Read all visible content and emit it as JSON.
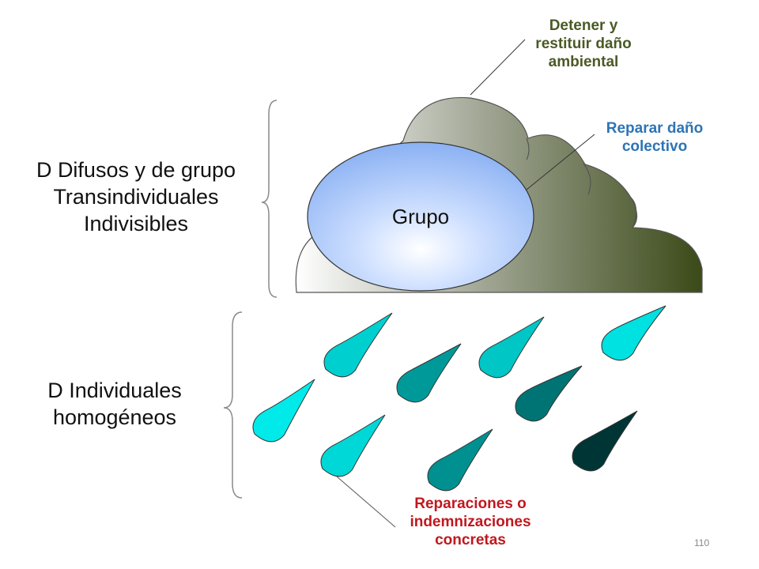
{
  "left_labels": {
    "group_rights": [
      "D Difusos y de grupo",
      "Transindividuales",
      "Indivisibles"
    ],
    "individual_rights": [
      "D Individuales",
      "homogéneos"
    ]
  },
  "cloud": {
    "ellipse_label": "Grupo"
  },
  "callouts": {
    "top": [
      "Detener y",
      "restituir daño",
      "ambiental"
    ],
    "middle": [
      "Reparar daño",
      "colectivo"
    ],
    "bottom": [
      "Reparaciones o",
      "indemnizaciones",
      "concretas"
    ]
  },
  "colors": {
    "callout_top": "#4a5a25",
    "callout_middle": "#2e74b5",
    "callout_bottom": "#c0181e",
    "cloud_dark": "#3b4a18",
    "cloud_light": "#ffffff",
    "ellipse_fill": "#9bbcf5",
    "drop_light": "#00eaea",
    "drop_dark": "#003535"
  },
  "page_number": "110"
}
